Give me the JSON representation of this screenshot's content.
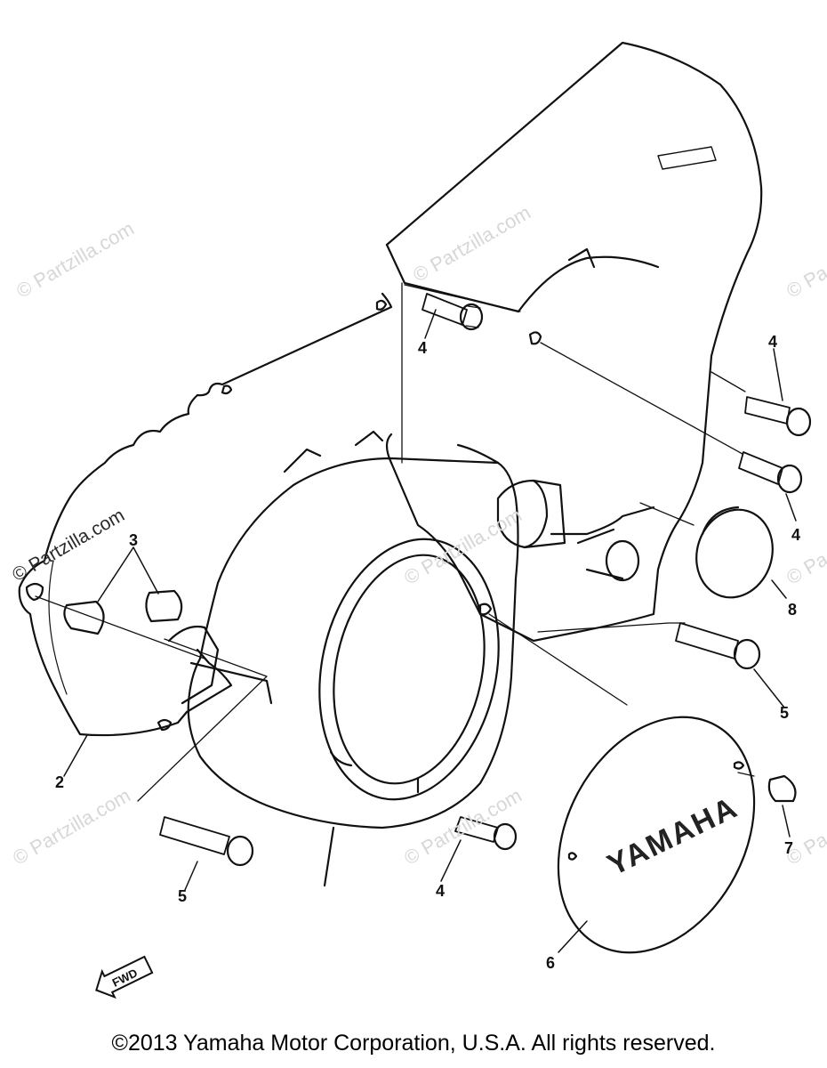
{
  "watermarks": {
    "text": "© Partzilla.com",
    "short": "© Pa"
  },
  "callouts": [
    "2",
    "3",
    "4",
    "4",
    "4",
    "4",
    "5",
    "5",
    "6",
    "7",
    "8"
  ],
  "cover_logo": "YAMAHA",
  "fwd_label": "FWD",
  "copyright": "©2013  Yamaha Motor Corporation, U.S.A. All rights reserved."
}
